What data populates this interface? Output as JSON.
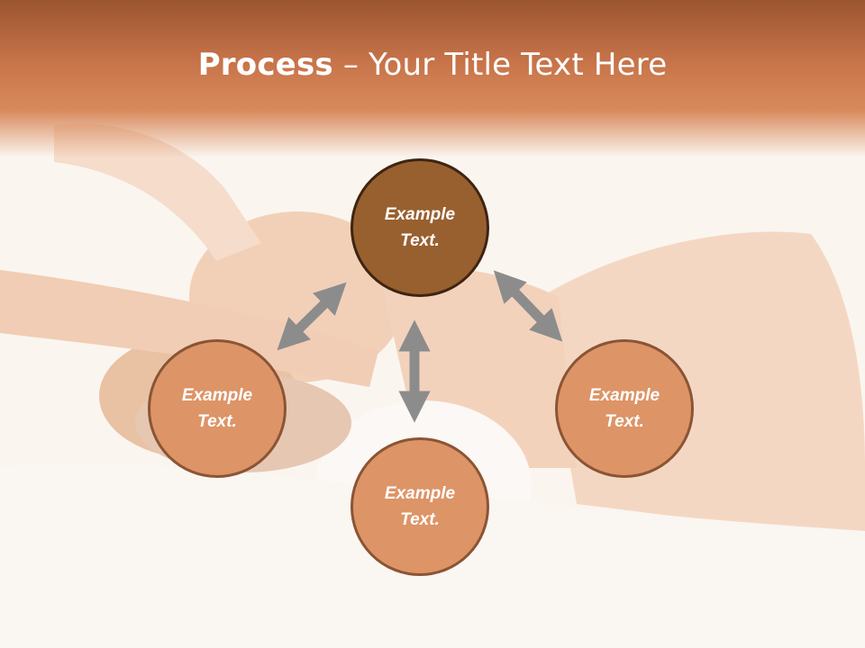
{
  "slide": {
    "title_bold": "Process",
    "title_rest": " – Your Title Text Here"
  },
  "nodes": {
    "top": {
      "line1": "Example",
      "line2": "Text."
    },
    "left": {
      "line1": "Example",
      "line2": "Text."
    },
    "right": {
      "line1": "Example",
      "line2": "Text."
    },
    "bottom": {
      "line1": "Example",
      "line2": "Text."
    }
  },
  "colors": {
    "center_node": "#98602f",
    "outer_node": "#dd9467",
    "arrow": "#8c8c8c",
    "title_band": "#c8744a"
  }
}
